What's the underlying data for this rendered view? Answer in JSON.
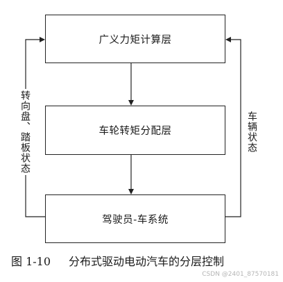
{
  "diagram": {
    "boxes": {
      "top": "广义力矩计算层",
      "middle": "车轮转矩分配层",
      "bottom": "驾驶员-车系统"
    },
    "labels": {
      "left": "转向盘、踏板状态",
      "right": "车辆状态"
    }
  },
  "caption": {
    "number": "图 1-10",
    "title": "分布式驱动电动汽车的分层控制"
  },
  "watermark": "CSDN @2401_87570181"
}
